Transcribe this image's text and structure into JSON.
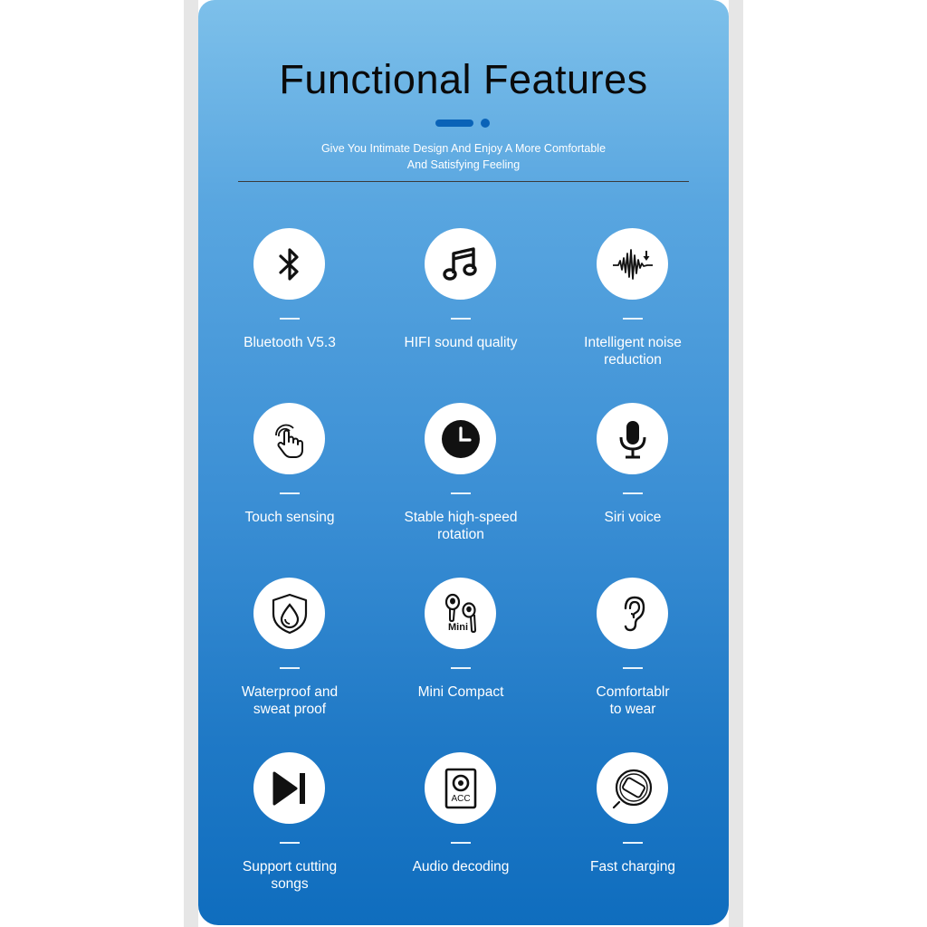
{
  "header": {
    "title": "Functional Features",
    "subtitle": "Give You Intimate Design And Enjoy A More Comfortable\nAnd Satisfying Feeling"
  },
  "colors": {
    "accent": "#0a63b8",
    "gradient_top": "#7dc0ea",
    "gradient_bottom": "#0f6dbe"
  },
  "features": [
    {
      "icon": "bluetooth-icon",
      "label": "Bluetooth V5.3"
    },
    {
      "icon": "music-note-icon",
      "label": "HIFI sound quality"
    },
    {
      "icon": "noise-reduction-waveform-icon",
      "label": "Intelligent noise\nreduction"
    },
    {
      "icon": "touch-hand-icon",
      "label": "Touch sensing"
    },
    {
      "icon": "clock-icon",
      "label": "Stable high-speed\nrotation"
    },
    {
      "icon": "microphone-icon",
      "label": "Siri voice"
    },
    {
      "icon": "water-shield-icon",
      "label": "Waterproof and\nsweat proof"
    },
    {
      "icon": "mini-earbuds-icon",
      "label": "Mini Compact",
      "icon_text": "Mini"
    },
    {
      "icon": "ear-icon",
      "label": "Comfortablr\nto wear"
    },
    {
      "icon": "skip-next-icon",
      "label": "Support cutting\nsongs"
    },
    {
      "icon": "speaker-acc-icon",
      "label": "Audio decoding",
      "icon_text": "ACC"
    },
    {
      "icon": "wireless-charging-icon",
      "label": "Fast charging"
    }
  ]
}
